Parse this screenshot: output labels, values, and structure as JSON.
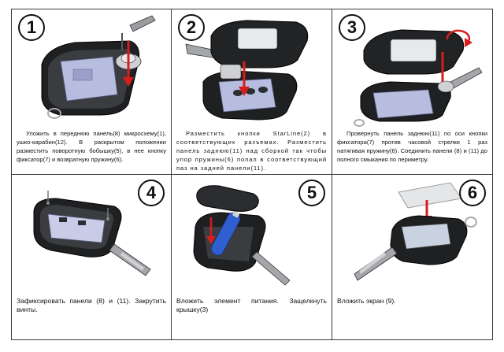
{
  "steps": [
    {
      "number": "1",
      "caption": "Уложить в переднюю панель(8) микросхему(1), ушко-карабин(12). В раскрытом положении разместить поворотную бобышку(5), в нее кнопку фиксатор(7) и возвратную пружину(6)."
    },
    {
      "number": "2",
      "caption": "Разместить кнопки StarLine(2) в соответствующих разъемах. Разместить панель заднюю(11) над сборкой так чтобы упор пружины(6) попал в соответствующий паз на задней панели(11)."
    },
    {
      "number": "3",
      "caption": "Провернуть панель заднюю(11) по оси кнопки фиксатора(7) против часовой стрелки 1 раз натягивая пружину(6). Соединить панели (8) и (11) до полного смыкания по периметру."
    },
    {
      "number": "4",
      "caption": "Зафиксировать панели (8) и (11). Закрутить винты."
    },
    {
      "number": "5",
      "caption": "Вложить элемент питания. Защелкнуть крышку(3)"
    },
    {
      "number": "6",
      "caption": "Вложить экран (9)."
    }
  ],
  "colors": {
    "body": "#2b2d30",
    "body_dark": "#1a1b1d",
    "pcb": "#b7bddf",
    "metal": "#c9cbcf",
    "arrow": "#d81d1d",
    "battery": "#2f5fd0"
  }
}
